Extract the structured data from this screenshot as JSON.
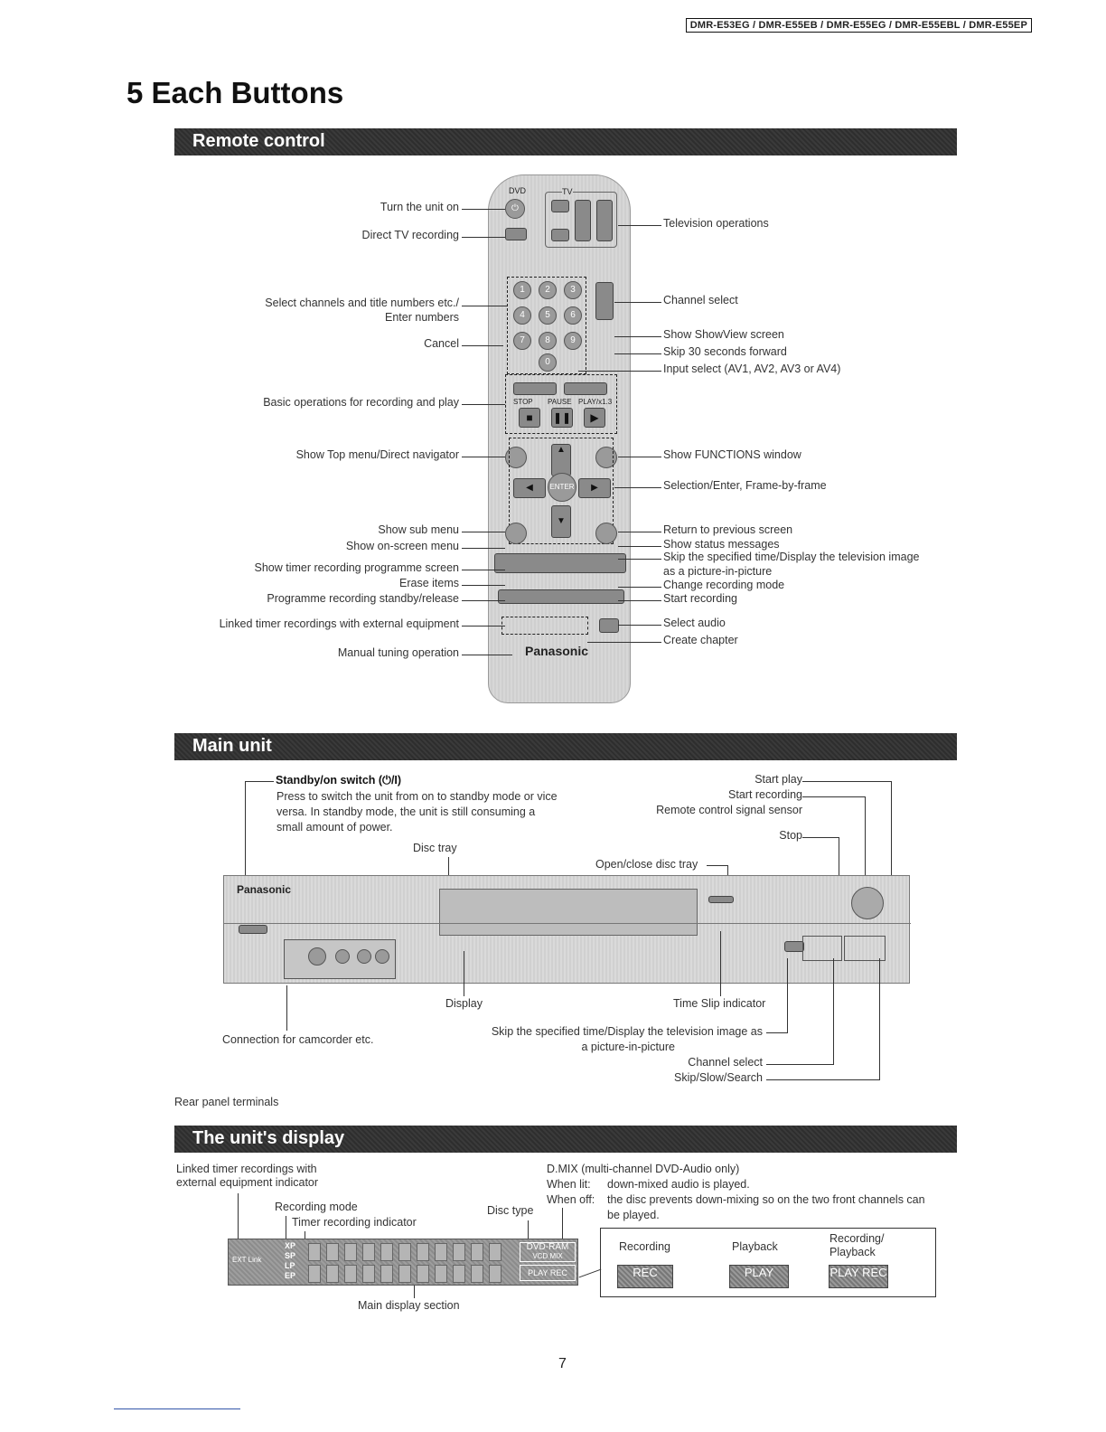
{
  "model_header": "DMR-E53EG / DMR-E55EB / DMR-E55EG / DMR-E55EBL / DMR-E55EP",
  "section_title": "5 Each Buttons",
  "remote": {
    "bar": "Remote control",
    "brand": "Panasonic",
    "left_labels": [
      "Turn the unit on",
      "Direct TV recording",
      "Select channels and title numbers etc./",
      "Enter numbers",
      "Cancel",
      "Basic operations for recording and play",
      "Show Top menu/Direct navigator",
      "Show sub menu",
      "Show on-screen menu",
      "Show timer recording programme screen",
      "Erase items",
      "Programme recording standby/release",
      "Linked timer recordings with external equipment",
      "Manual tuning operation"
    ],
    "right_labels": [
      "Television operations",
      "Channel select",
      "Show ShowView screen",
      "Skip 30 seconds forward",
      "Input select (AV1, AV2, AV3 or AV4)",
      "Show FUNCTIONS window",
      "Selection/Enter, Frame-by-frame",
      "Return to previous screen",
      "Show status messages",
      "Skip the specified time/Display the television image",
      "as a picture-in-picture",
      "Change recording mode",
      "Start recording",
      "Select audio",
      "Create chapter"
    ],
    "keys": [
      "1",
      "2",
      "3",
      "4",
      "5",
      "6",
      "7",
      "8",
      "9",
      "0"
    ],
    "button_text": {
      "dvd": "DVD",
      "tv": "TV",
      "enter": "ENTER",
      "stop": "STOP",
      "pause": "PAUSE",
      "play": "PLAY/x1.3"
    }
  },
  "main_unit": {
    "bar": "Main unit",
    "standby_title": "Standby/on switch (⏻/I)",
    "standby_desc": [
      "Press to switch the unit from on to standby mode or vice",
      "versa. In standby mode, the unit is still consuming a",
      "small amount of power."
    ],
    "labels": {
      "disc_tray": "Disc tray",
      "start_play": "Start play",
      "start_recording": "Start recording",
      "remote_sensor": "Remote control signal sensor",
      "stop": "Stop",
      "open_close": "Open/close disc tray",
      "display": "Display",
      "time_slip": "Time Slip indicator",
      "camcorder": "Connection for camcorder etc.",
      "skip_time_1": "Skip the specified time/Display the television image as",
      "skip_time_2": "a picture-in-picture",
      "channel_select": "Channel select",
      "skip_slow": "Skip/Slow/Search",
      "rear_panel": "Rear panel terminals"
    },
    "brand": "Panasonic"
  },
  "display": {
    "bar": "The unit's display",
    "labels": {
      "linked_1": "Linked timer recordings with",
      "linked_2": "external equipment indicator",
      "rec_mode": "Recording mode",
      "timer_ind": "Timer recording indicator",
      "disc_type": "Disc type",
      "main_section": "Main display section",
      "dmix": "D.MIX (multi-channel DVD-Audio only)",
      "when_lit": "When lit:",
      "when_lit_desc": "down-mixed audio is played.",
      "when_off": "When off:",
      "when_off_desc_1": "the disc prevents down-mixing so on the two front channels can",
      "when_off_desc_2": "be played."
    },
    "modes": [
      "XP",
      "SP",
      "LP",
      "EP"
    ],
    "legend": [
      {
        "label": "Recording",
        "indicator": "REC"
      },
      {
        "label": "Playback",
        "indicator": "PLAY"
      },
      {
        "label": "Recording/\nPlayback",
        "indicator": "PLAY REC"
      }
    ],
    "left_tag": "EXT Link",
    "disc_text": "DVD-RAM",
    "vcd_text": "VCD MIX",
    "status_text": "PLAY REC"
  },
  "page_number": "7"
}
